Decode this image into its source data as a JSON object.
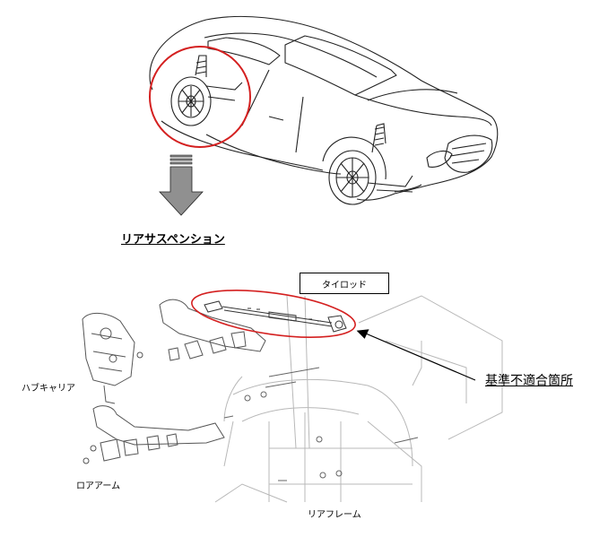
{
  "title": "リアサスペンション",
  "labels": {
    "tie_rod": "タイロッド",
    "defect_location": "基準不適合箇所",
    "hub_carrier": "ハブキャリア",
    "lower_arm": "ロアアーム",
    "rear_frame": "リアフレーム"
  },
  "colors": {
    "highlight_circle": "#d42020",
    "arrow_fill": "#909090",
    "line_art": "#222222",
    "faint_art": "#b8b8b8"
  }
}
